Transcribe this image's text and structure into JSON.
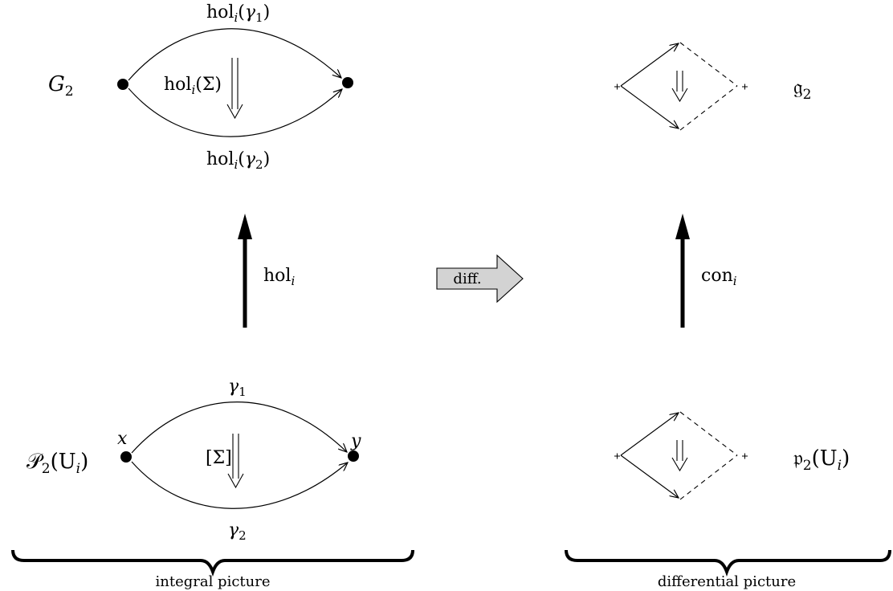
{
  "integral": {
    "top": {
      "group_label_base": "G",
      "group_label_sub": "2",
      "upper_path_label_prefix": "hol",
      "upper_path_label_sub": "i",
      "upper_path_label_arg_base": "γ",
      "upper_path_label_arg_sub": "1",
      "lower_path_label_prefix": "hol",
      "lower_path_label_sub": "i",
      "lower_path_label_arg_base": "γ",
      "lower_path_label_arg_sub": "2",
      "surface_label_prefix": "hol",
      "surface_label_sub": "i",
      "surface_label_arg": "(Σ)"
    },
    "map": {
      "label_prefix": "hol",
      "label_sub": "i"
    },
    "bottom": {
      "space_label_base": "𝒫",
      "space_label_sub": "2",
      "space_label_arg_open": "(U",
      "space_label_arg_sub": "i",
      "space_label_arg_close": ")",
      "source_point": "x",
      "target_point": "y",
      "upper_path_label_base": "γ",
      "upper_path_label_sub": "1",
      "lower_path_label_base": "γ",
      "lower_path_label_sub": "2",
      "surface_label": "[Σ]"
    },
    "caption": "integral picture"
  },
  "differential": {
    "top": {
      "algebra_label_base": "𝔤",
      "algebra_label_sub": "2"
    },
    "map": {
      "label_prefix": "con",
      "label_sub": "i"
    },
    "bottom": {
      "algebra_label_base": "𝔭",
      "algebra_label_sub": "2",
      "algebra_label_arg_open": "(U",
      "algebra_label_arg_sub": "i",
      "algebra_label_arg_close": ")"
    },
    "caption": "differential picture"
  },
  "middle_arrow": {
    "label": "diff.",
    "fill_color": "#d3d3d3"
  }
}
